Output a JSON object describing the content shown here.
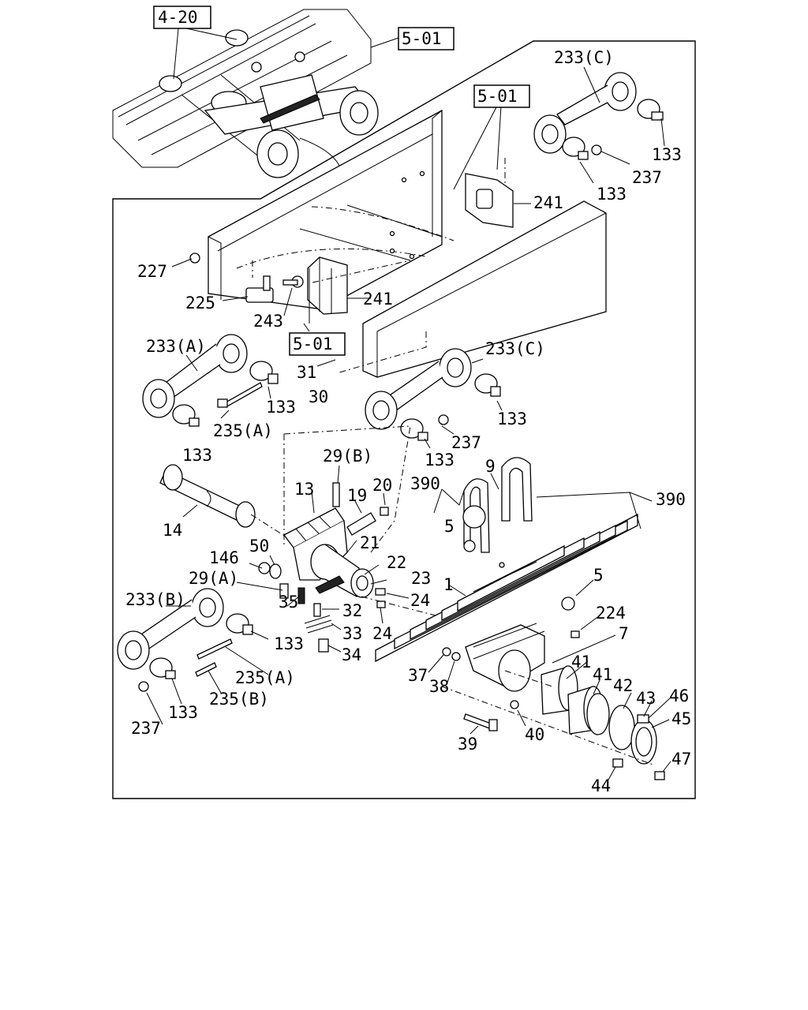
{
  "diagram": {
    "refs": {
      "r420": "4-20",
      "r501_top": "5-01",
      "r501_mid": "5-01",
      "r501_low": "5-01"
    },
    "labels": {
      "l233C_top": "233(C)",
      "l133_a": "133",
      "l237_a": "237",
      "l133_b": "133",
      "l241_a": "241",
      "l227": "227",
      "l225": "225",
      "l241_b": "241",
      "l243": "243",
      "l233A": "233(A)",
      "l31": "31",
      "l30": "30",
      "l133_c": "133",
      "l235A_a": "235(A)",
      "l133_d": "133",
      "l233C_mid": "233(C)",
      "l133_e": "133",
      "l237_b": "237",
      "l133_f": "133",
      "l29B": "29(B)",
      "l13": "13",
      "l19": "19",
      "l20": "20",
      "l390_a": "390",
      "l9": "9",
      "l390_b": "390",
      "l14": "14",
      "l50": "50",
      "l21": "21",
      "l5_a": "5",
      "l146": "146",
      "l22": "22",
      "l29A": "29(A)",
      "l23": "23",
      "l1": "1",
      "l5_b": "5",
      "l233B": "233(B)",
      "l24_a": "24",
      "l35": "35",
      "l32": "32",
      "l224": "224",
      "l133_g": "133",
      "l33": "33",
      "l24_b": "24",
      "l7": "7",
      "l34": "34",
      "l41_a": "41",
      "l41_b": "41",
      "l235A_b": "235(A)",
      "l37": "37",
      "l42": "42",
      "l43": "43",
      "l46": "46",
      "l38": "38",
      "l235B": "235(B)",
      "l45": "45",
      "l237_c": "237",
      "l133_h": "133",
      "l39": "39",
      "l40": "40",
      "l47": "47",
      "l44": "44"
    }
  }
}
